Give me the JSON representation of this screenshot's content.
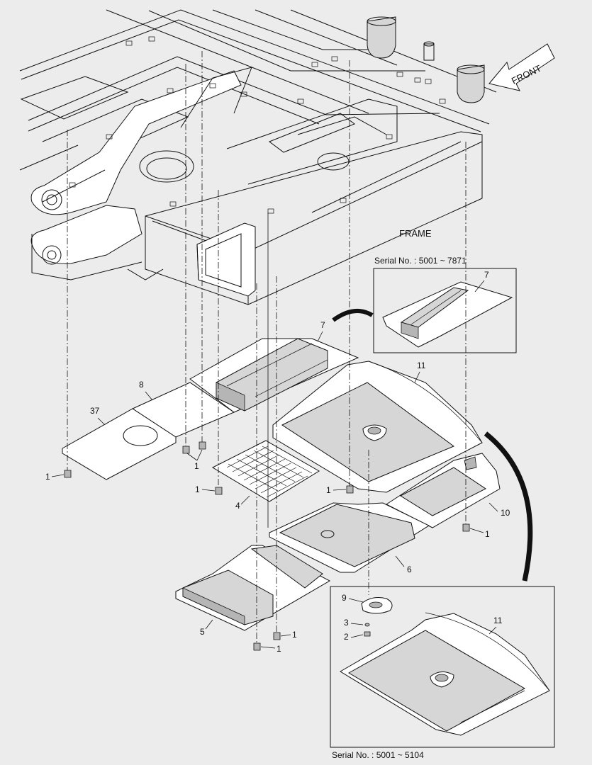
{
  "labels": {
    "frame": "FRAME",
    "front": "FRONT",
    "serial_top": "Serial No. : 5001 ~ 7871",
    "serial_bottom": "Serial No. : 5001 ~ 5104"
  },
  "callouts": {
    "p1": "1",
    "p2": "2",
    "p3": "3",
    "p4": "4",
    "p5": "5",
    "p6": "6",
    "p7": "7",
    "p8": "8",
    "p9": "9",
    "p10": "10",
    "p11": "11",
    "p37": "37"
  },
  "colors": {
    "line": "#111111",
    "fill_light": "#d6d6d6",
    "fill_dark": "#b5b5b5",
    "background": "#ececec"
  }
}
